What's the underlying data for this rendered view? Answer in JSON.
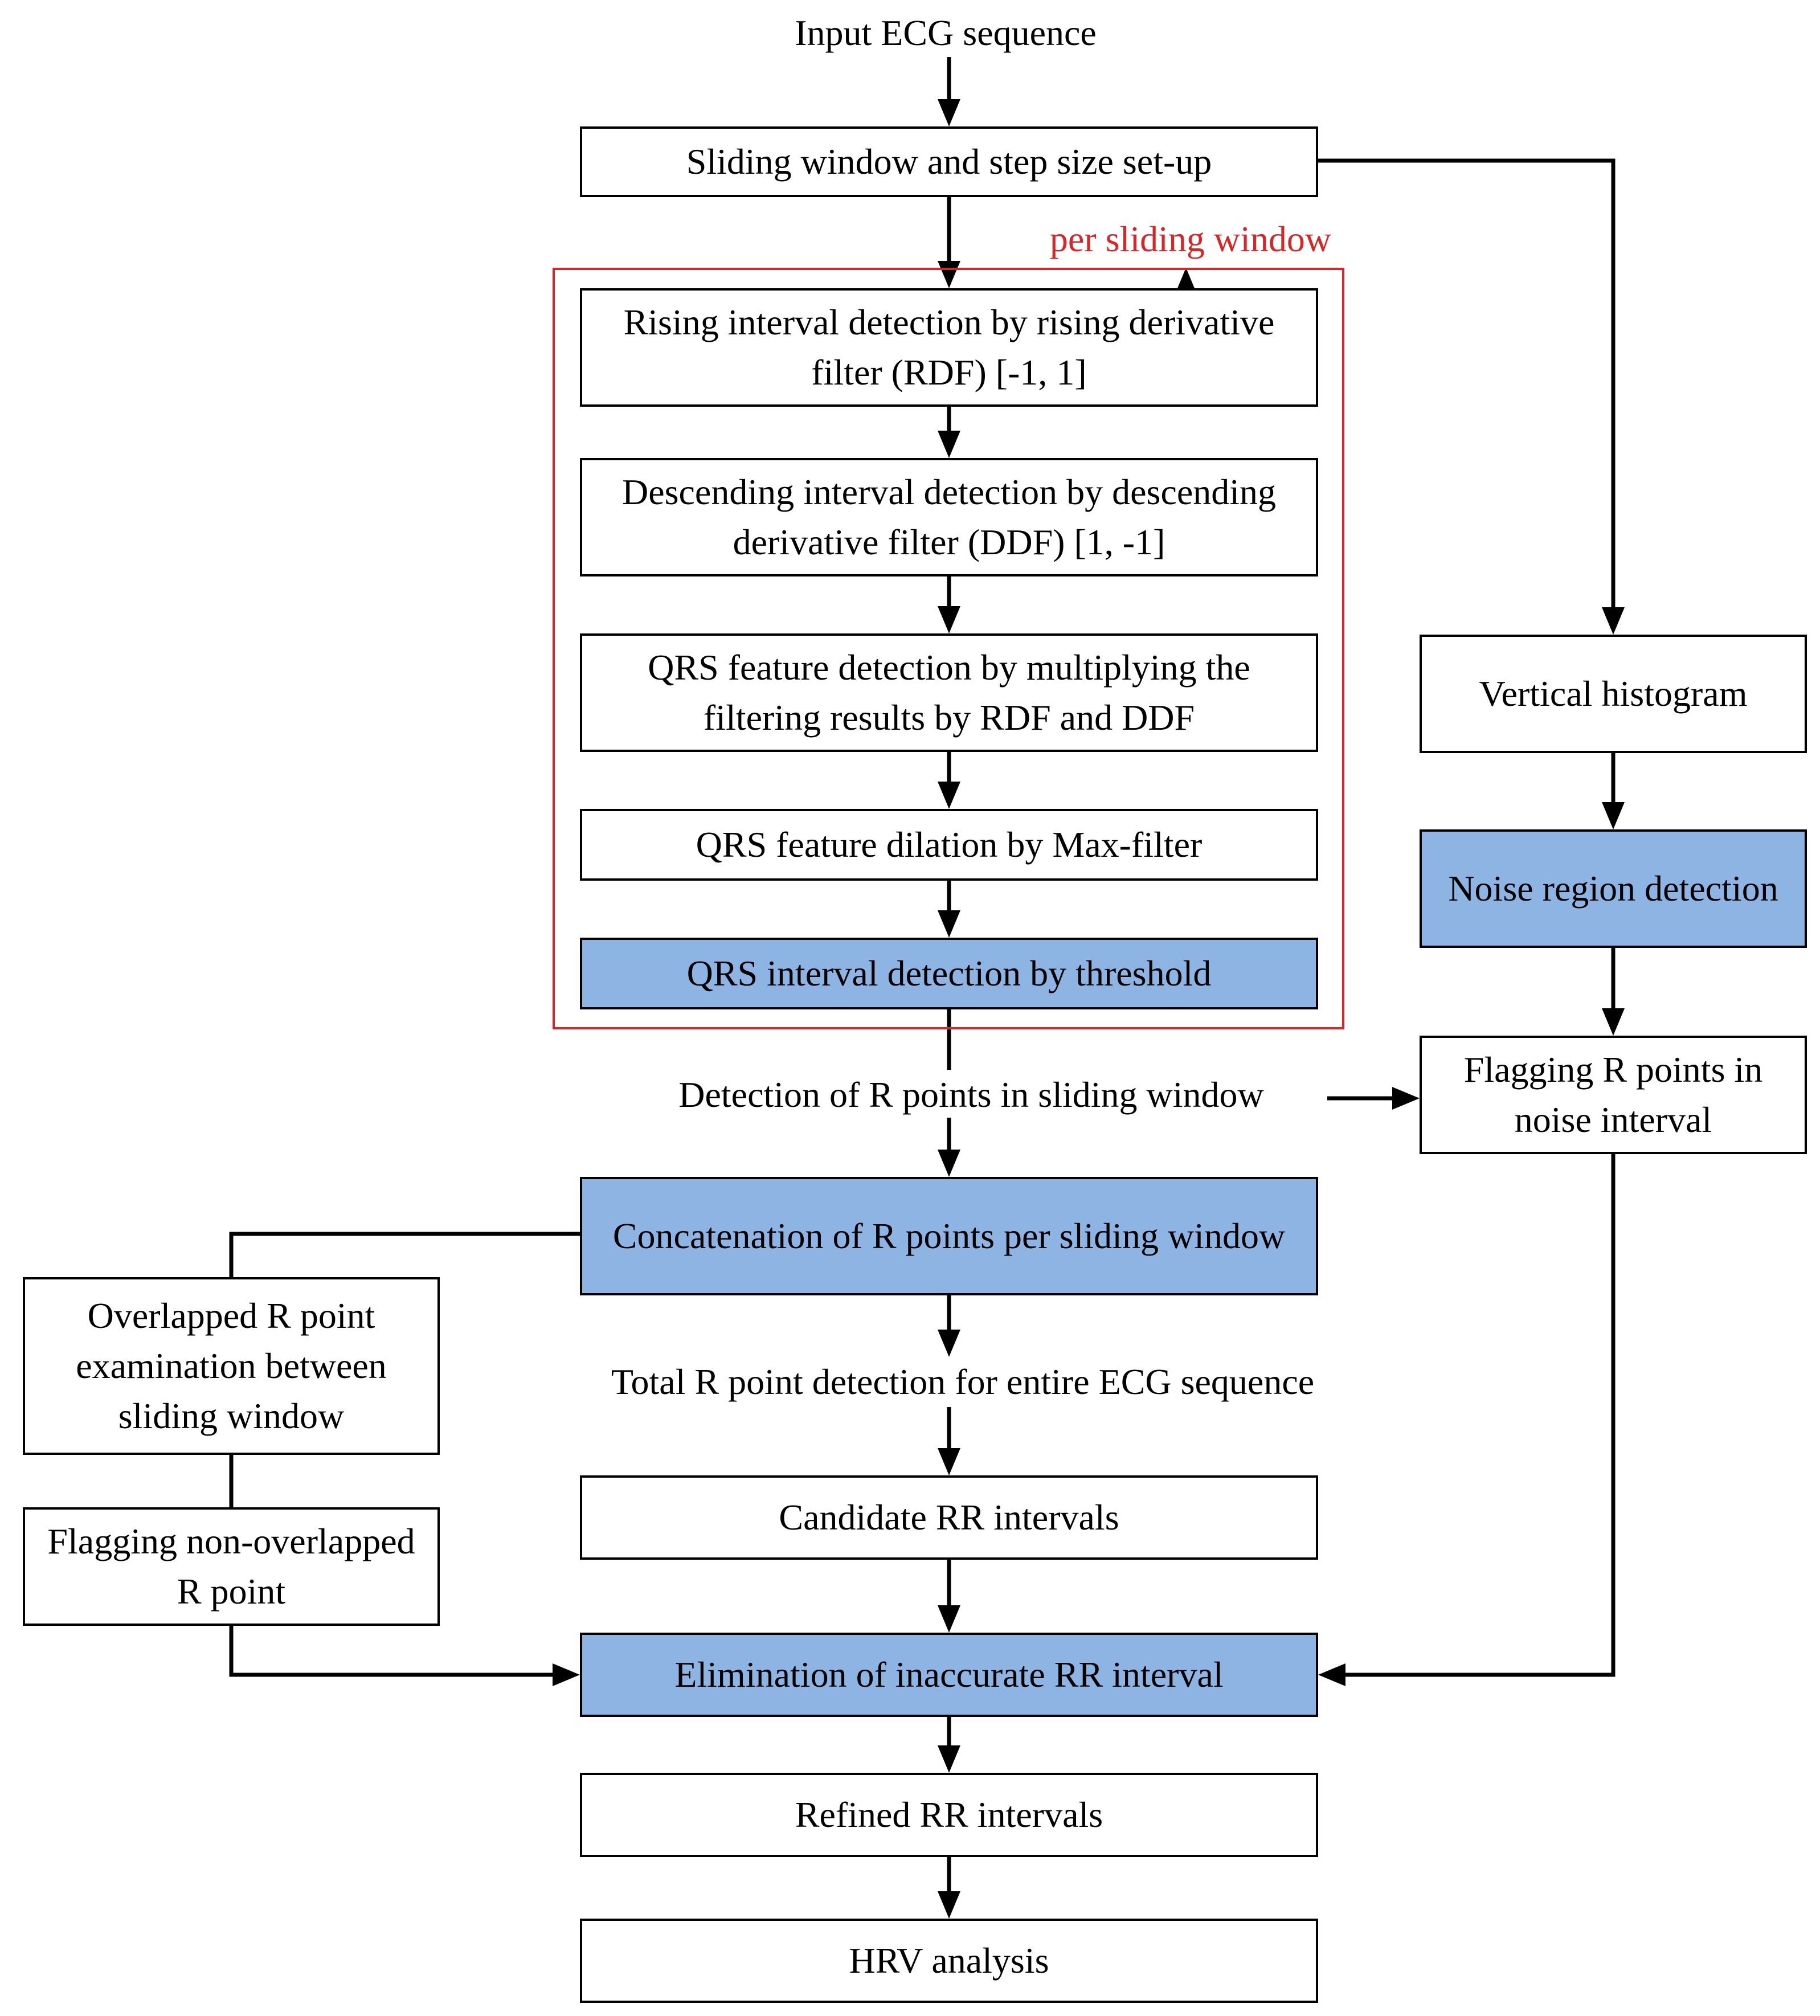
{
  "colors": {
    "line": "#000000",
    "highlight_fill": "#8eb4e3",
    "loop_frame": "#d22828"
  },
  "input_label": "Input ECG sequence",
  "loop_label": "per sliding window",
  "nodes": {
    "setup": "Sliding window and step size set-up",
    "rdf": "Rising interval detection by rising derivative filter (RDF) [-1, 1]",
    "ddf": "Descending interval detection by descending derivative filter (DDF) [1, -1]",
    "qrs_feature": "QRS feature detection by multiplying the filtering results by RDF and DDF",
    "dilation": "QRS feature dilation by Max-filter",
    "threshold": "QRS interval detection by threshold",
    "detect_r": "Detection of R points in sliding window",
    "concat": "Concatenation of R points per sliding window",
    "total_r": "Total R point detection for entire ECG sequence",
    "candidate_rr": "Candidate RR intervals",
    "elimination": "Elimination of inaccurate RR interval",
    "refined_rr": "Refined RR intervals",
    "hrv": "HRV analysis",
    "histogram": "Vertical histogram",
    "noise": "Noise region detection",
    "flag_noise": "Flagging R points in noise interval",
    "overlap": "Overlapped R point examination between sliding window",
    "flag_nonoverlap": "Flagging non-overlapped R point"
  }
}
